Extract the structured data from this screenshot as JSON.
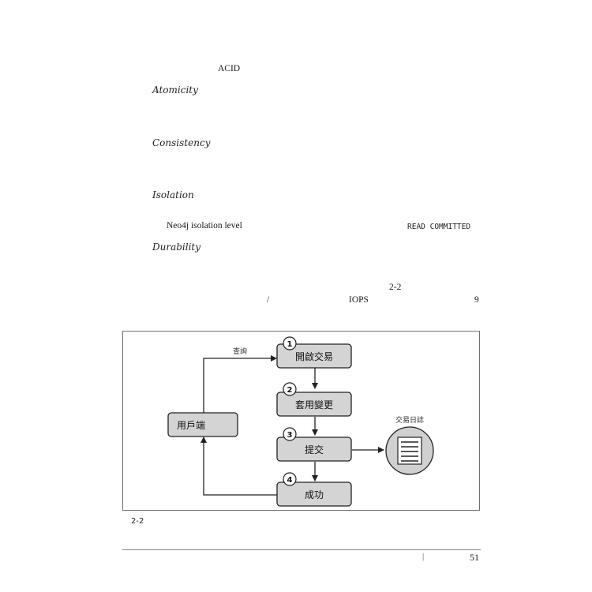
{
  "body_text": {
    "acid_heading_fragment": "ACID",
    "terms": {
      "atomicity": "Atomicity",
      "consistency": "Consistency",
      "isolation": "Isolation",
      "durability": "Durability"
    },
    "isolation_note_left": "Neo4j isolation level",
    "isolation_note_value": "READ COMMITTED",
    "figure_ref": "2-2",
    "slash": "/",
    "iops": "IOPS",
    "chapter_ref_number": "9"
  },
  "figure": {
    "query_label": "查詢",
    "client_label": "用戶端",
    "steps": [
      {
        "number": "1",
        "label": "開啟交易"
      },
      {
        "number": "2",
        "label": "套用變更"
      },
      {
        "number": "3",
        "label": "提交"
      },
      {
        "number": "4",
        "label": "成功"
      }
    ],
    "log_label": "交易日誌",
    "colors": {
      "box_fill": "#d4d4d4",
      "stroke": "#222222",
      "log_circle_fill": "#d0d0d0"
    }
  },
  "caption": {
    "number": "2-2"
  },
  "footer": {
    "separator": "|",
    "page_number": "51"
  }
}
